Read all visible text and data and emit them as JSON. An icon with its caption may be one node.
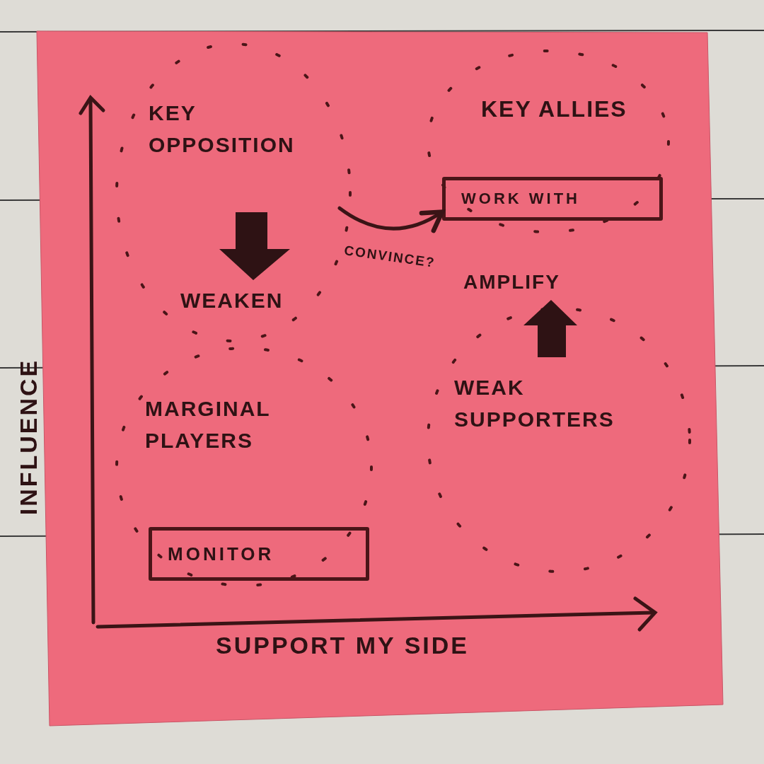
{
  "diagram": {
    "nodes": [
      {
        "text": [
          "KEY OPPOSITION",
          "WEAKEN"
        ]
      },
      {
        "text": [
          "KEY ALLIES"
        ]
      },
      {
        "text": [
          "WORK WITH"
        ],
        "in": 1
      },
      {
        "text": [
          "MARGINAL PLAYERS"
        ]
      },
      {
        "text": [
          "MONITOR"
        ],
        "in": 3
      },
      {
        "text": [
          "AMPLIFY",
          "WEAK SUPPORTERS"
        ]
      }
    ],
    "edges": [
      {
        "from": 0,
        "to": 2,
        "arrow": "to",
        "label": "CONVINCE?"
      }
    ],
    "labels": [
      "INFLUENCE",
      "SUPPORT MY SIDE"
    ]
  }
}
